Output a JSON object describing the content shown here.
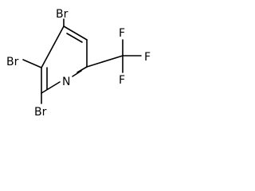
{
  "molecule": {
    "labels": {
      "br_top": "Br",
      "br_middle": "Br",
      "br_bottom": "Br",
      "nitrogen": "N",
      "fluorine_top": "F",
      "fluorine_right": "F",
      "fluorine_bottom": "F"
    }
  }
}
